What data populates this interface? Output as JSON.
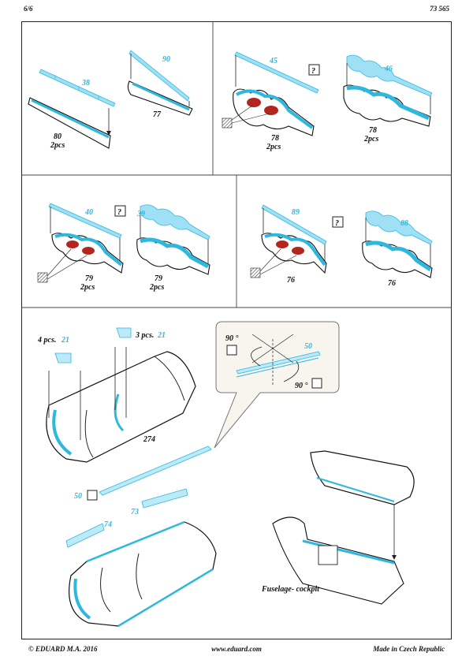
{
  "header": {
    "page": "6/6",
    "code": "73 565"
  },
  "footer": {
    "copyright": "© EDUARD  M.A. 2016",
    "website": "www.eduard.com",
    "origin": "Made in Czech Republic"
  },
  "colors": {
    "etch": "#7fd6f0",
    "etch_stroke": "#2fb8de",
    "lines": "#222222",
    "red": "#b3261e"
  },
  "panels": {
    "p1": {
      "etch_a": "38",
      "etch_b": "90",
      "part_a": "80",
      "qty_a": "2pcs",
      "part_b": "77"
    },
    "p2": {
      "etch_a": "45",
      "etch_b": "46",
      "part_a": "78",
      "qty_a": "2pcs",
      "part_b": "78",
      "qty_b": "2pcs",
      "hint": "?"
    },
    "p3": {
      "etch_a": "40",
      "etch_b": "39",
      "part_a": "79",
      "qty_a": "2pcs",
      "part_b": "79",
      "qty_b": "2pcs",
      "hint": "?"
    },
    "p4": {
      "etch_a": "89",
      "etch_b": "88",
      "part_a": "76",
      "part_b": "76",
      "hint": "?"
    },
    "p5": {
      "qty_21a": "4 pcs.",
      "etch_21a": "21",
      "qty_21b": "3 pcs.",
      "etch_21b": "21",
      "part_274": "274",
      "etch_50": "50",
      "detail_50": "50",
      "angle_a": "90 °",
      "angle_b": "90 °",
      "etch_73": "73",
      "etch_74": "74",
      "caption": "Fuselage- cockpit"
    }
  }
}
